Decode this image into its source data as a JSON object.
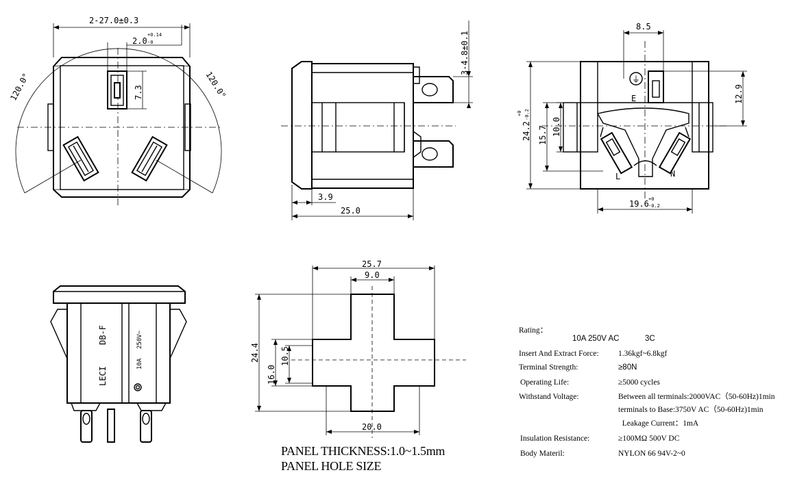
{
  "dims": {
    "front_width": "2-27.0±0.3",
    "slot_width_main": "2.0",
    "slot_width_tol": "+0.14",
    "slot_width_tol2": "-0",
    "slot_height": "7.3",
    "angle_left": "120.0°",
    "angle_right": "120.0°",
    "side_terminal": "3-4.8±0.1",
    "side_flange": "3.9",
    "side_depth": "25.0",
    "rear_top": "8.5",
    "rear_right": "12.9",
    "rear_height_main": "24.2",
    "rear_height_tol_up": "+0",
    "rear_height_tol_dn": "-0.2",
    "rear_15_7": "15.7",
    "rear_10_0": "10.0",
    "rear_bottom_main": "19.6",
    "rear_bottom_tol_up": "+0",
    "rear_bottom_tol_dn": "-0.2",
    "earth_mark": "⏚",
    "label_e": "E",
    "label_l": "L",
    "label_n": "N",
    "hole_top": "25.7",
    "hole_mid": "9.0",
    "hole_left_outer": "24.4",
    "hole_left_mid": "16.0",
    "hole_left_inner": "10.5",
    "hole_bottom": "20.0"
  },
  "marking": {
    "model": "DB-F",
    "brand": "LECI",
    "voltage": "250V~",
    "current": "10A"
  },
  "panel": {
    "thickness": "PANEL THICKNESS:1.0~1.5mm",
    "hole": "PANEL HOLE SIZE"
  },
  "specs": {
    "rating_label": "Rating：",
    "rating_value": "10A 250V AC",
    "rating_class": "3C",
    "rows": [
      {
        "k": "Insert And Extract Force:",
        "v": "1.36kgf~6.8kgf"
      },
      {
        "k": "Terminal  Strength:",
        "v": "≥80N"
      },
      {
        "k": "Operating Life:",
        "v": "≥5000  cycles"
      },
      {
        "k": "Withstand Voltage:",
        "v": "Between all terminals:2000VAC（50-60Hz)1min"
      },
      {
        "k": "",
        "v": "terminals to Base:3750V AC（50-60Hz)1min"
      },
      {
        "k": "",
        "v": "  Leakage Current：1mA"
      },
      {
        "k": "Insulation Resistance:",
        "v": "≥100MΩ  500V DC"
      },
      {
        "k": "Body Materil:",
        "v": "NYLON 66   94V-2~0"
      }
    ]
  }
}
